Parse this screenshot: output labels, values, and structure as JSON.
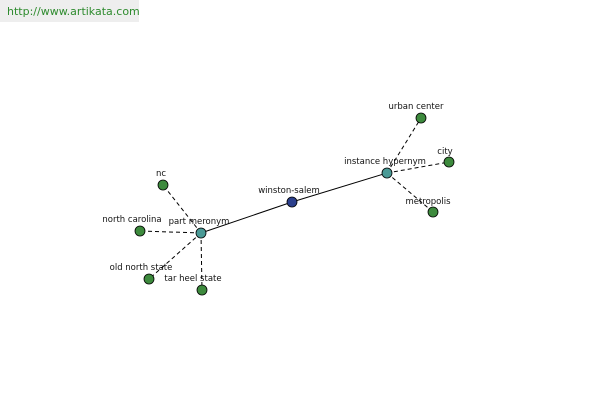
{
  "header": {
    "url": "http://www.artikata.com"
  },
  "colors": {
    "center": "#2b3f8c",
    "relation": "#4a9a96",
    "leaf": "#3d8a3d"
  },
  "graph": {
    "nodes": [
      {
        "id": "winston-salem",
        "label": "winston-salem",
        "kind": "center"
      },
      {
        "id": "instance-hypernym",
        "label": "instance hypernym",
        "kind": "relation"
      },
      {
        "id": "part-meronym",
        "label": "part meronym",
        "kind": "relation"
      },
      {
        "id": "urban-center",
        "label": "urban center",
        "kind": "leaf"
      },
      {
        "id": "city",
        "label": "city",
        "kind": "leaf"
      },
      {
        "id": "metropolis",
        "label": "metropolis",
        "kind": "leaf"
      },
      {
        "id": "nc",
        "label": "nc",
        "kind": "leaf"
      },
      {
        "id": "north-carolina",
        "label": "north carolina",
        "kind": "leaf"
      },
      {
        "id": "old-north-state",
        "label": "old north state",
        "kind": "leaf"
      },
      {
        "id": "tar-heel-state",
        "label": "tar heel state",
        "kind": "leaf"
      }
    ],
    "edges": [
      {
        "from": "winston-salem",
        "to": "instance-hypernym",
        "style": "solid"
      },
      {
        "from": "winston-salem",
        "to": "part-meronym",
        "style": "solid"
      },
      {
        "from": "instance-hypernym",
        "to": "urban-center",
        "style": "dashed"
      },
      {
        "from": "instance-hypernym",
        "to": "city",
        "style": "dashed"
      },
      {
        "from": "instance-hypernym",
        "to": "metropolis",
        "style": "dashed"
      },
      {
        "from": "part-meronym",
        "to": "nc",
        "style": "dashed"
      },
      {
        "from": "part-meronym",
        "to": "north-carolina",
        "style": "dashed"
      },
      {
        "from": "part-meronym",
        "to": "old-north-state",
        "style": "dashed"
      },
      {
        "from": "part-meronym",
        "to": "tar-heel-state",
        "style": "dashed"
      }
    ]
  }
}
